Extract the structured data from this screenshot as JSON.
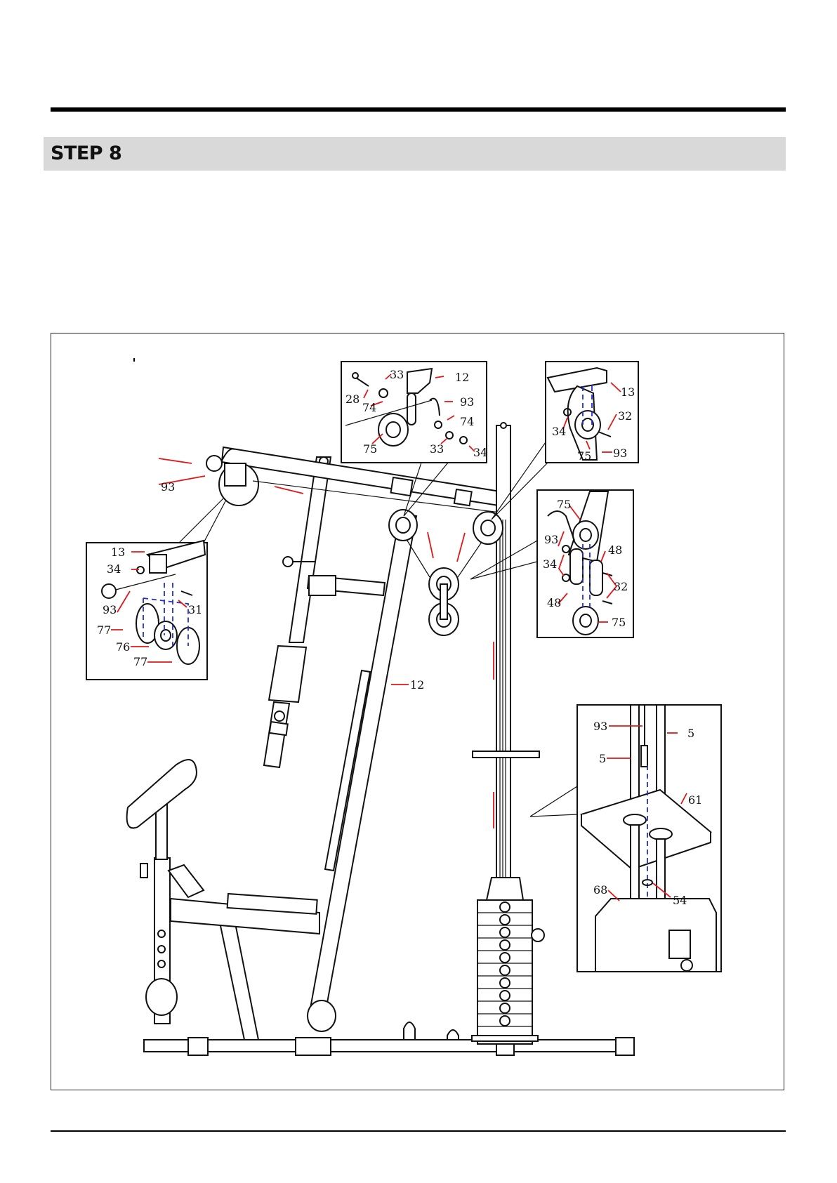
{
  "step": {
    "title": "STEP 8"
  },
  "diagram": {
    "labels": {
      "pulley_detail": [
        "33",
        "12",
        "28",
        "74",
        "93",
        "74",
        "75",
        "33",
        "34"
      ],
      "top_right_detail": [
        "13",
        "32",
        "34",
        "75",
        "93"
      ],
      "left_detail": [
        "13",
        "34",
        "93",
        "31",
        "77",
        "76",
        "77"
      ],
      "main": [
        "93",
        "12"
      ],
      "double_pulley_detail": [
        "75",
        "93",
        "48",
        "34",
        "32",
        "48",
        "75"
      ],
      "weight_plate_detail": [
        "93",
        "5",
        "5",
        "61",
        "68",
        "54"
      ]
    }
  }
}
